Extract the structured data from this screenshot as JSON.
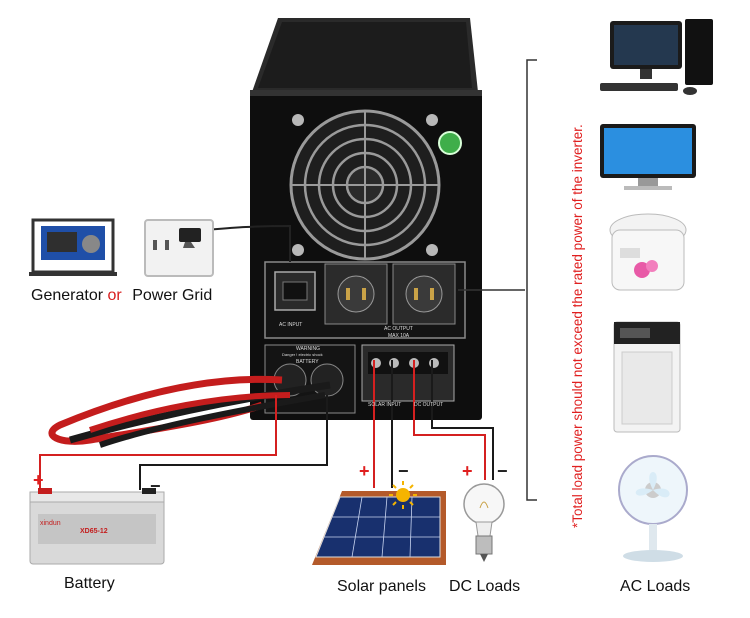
{
  "labels": {
    "generator": "Generator",
    "or": "or",
    "power_grid": "Power Grid",
    "battery": "Battery",
    "solar_panels": "Solar panels",
    "dc_loads": "DC Loads",
    "ac_loads": "AC Loads"
  },
  "note": "*Total load power should not exceed the rated power of the inverter.",
  "inverter": {
    "ac_input": "AC INPUT",
    "ac_output": "AC OUTPUT",
    "ac_output_max": "MAX 10A",
    "warning": "WARNING",
    "warning_sub": "Danger ! electric shock",
    "battery": "BATTERY",
    "solar_input": "SOLAR INPUT",
    "dc_output": "DC OUTPUT"
  },
  "battery_device": {
    "brand": "xindun",
    "model": "XD65-12"
  },
  "polarity": {
    "plus": "+",
    "minus": "−"
  },
  "colors": {
    "red_wire": "#d42020",
    "black_wire": "#1a1a1a",
    "note_red": "#e01f1f"
  }
}
